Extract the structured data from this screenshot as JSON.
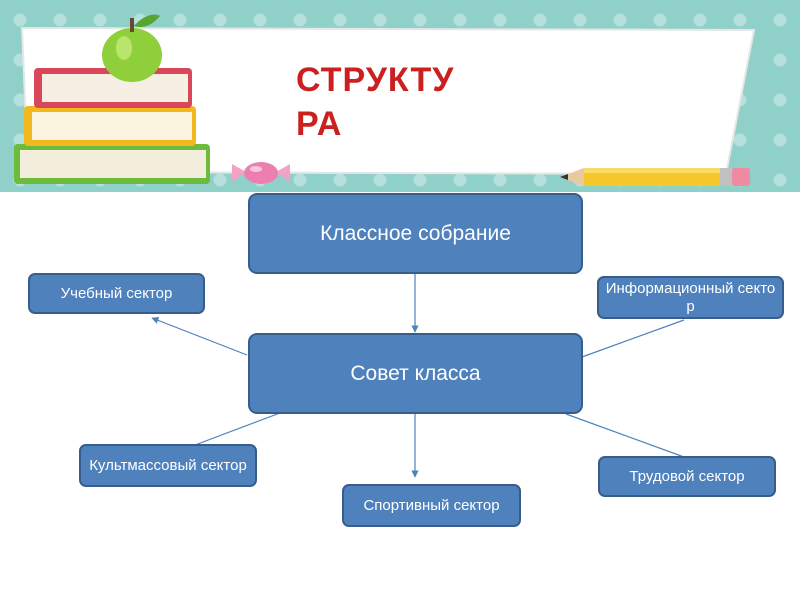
{
  "slide": {
    "title": "СТРУКТУРА",
    "title_line1": "СТРУКТУ",
    "title_line2": "РА"
  },
  "nodes": {
    "assembly": "Классное собрание",
    "council": "Совет класса",
    "study": "Учебный сектор",
    "info": "Информационный сектор",
    "cultural": "Культмассовый сектор",
    "sport": "Спортивный сектор",
    "labor": "Трудовой сектор"
  },
  "colors": {
    "header_band": "#8fd0c9",
    "node_fill": "#4f81bd",
    "node_border": "#385d8a",
    "title": "#cc1f1f"
  },
  "icons": [
    "apple-icon",
    "books-icon",
    "candy-icon",
    "pencil-icon"
  ]
}
